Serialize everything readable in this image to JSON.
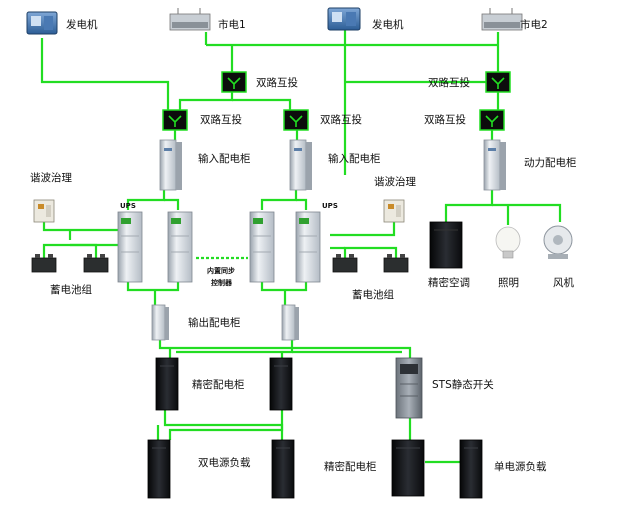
{
  "labels": {
    "gen1": "发电机",
    "mains1": "市电1",
    "gen2": "发电机",
    "mains2": "市电2",
    "ats_top_left": "双路互投",
    "ats_top_right": "双路互投",
    "ats_mid_left": "双路互投",
    "ats_mid_center": "双路互投",
    "ats_mid_right": "双路互投",
    "input_cab_left": "输入配电柜",
    "input_cab_center": "输入配电柜",
    "power_cab": "动力配电柜",
    "harmonic_left": "谐波治理",
    "harmonic_right": "谐波治理",
    "ups_left": "UPS",
    "ups_right": "UPS",
    "sync_ctrl_1": "内置同步",
    "sync_ctrl_2": "控制器",
    "battery_left": "蓄电池组",
    "battery_right": "蓄电池组",
    "precision_ac": "精密空调",
    "lighting": "照明",
    "fan": "风机",
    "output_cab": "输出配电柜",
    "precision_cab_left": "精密配电柜",
    "sts": "STS静态开关",
    "precision_cab_right": "精密配电柜",
    "dual_load": "双电源负载",
    "single_load": "单电源负载"
  },
  "colors": {
    "wire": "#22dd22",
    "ats_fill": "#0c0c0c",
    "cabinet_light": "#d8dde3",
    "cabinet_dark": "#1a1c20"
  }
}
